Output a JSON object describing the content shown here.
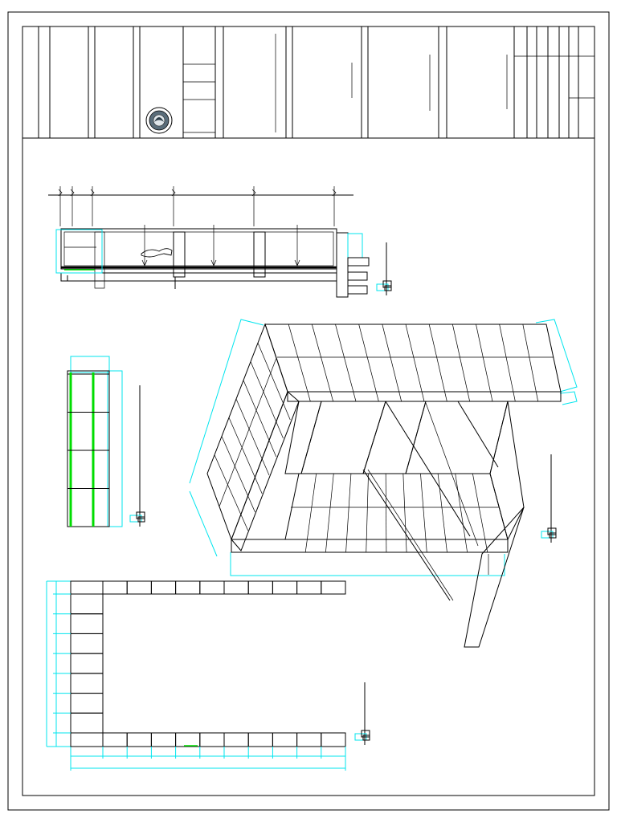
{
  "title_block": {
    "columns": 15,
    "logo": "circular-seal-icon"
  },
  "views": [
    {
      "name": "long-section",
      "kind": "elevation"
    },
    {
      "name": "side-elevation",
      "kind": "elevation"
    },
    {
      "name": "isometric",
      "kind": "3d"
    },
    {
      "name": "plan",
      "kind": "plan"
    }
  ],
  "colors": {
    "line": "#000000",
    "dimension": "#00e5ee",
    "highlight": "#00dd00",
    "background": "#ffffff"
  },
  "plan": {
    "top_row_blocks": 11,
    "bottom_row_blocks": 11,
    "side_column_blocks": 7
  },
  "side_elevation": {
    "panels": 4
  }
}
